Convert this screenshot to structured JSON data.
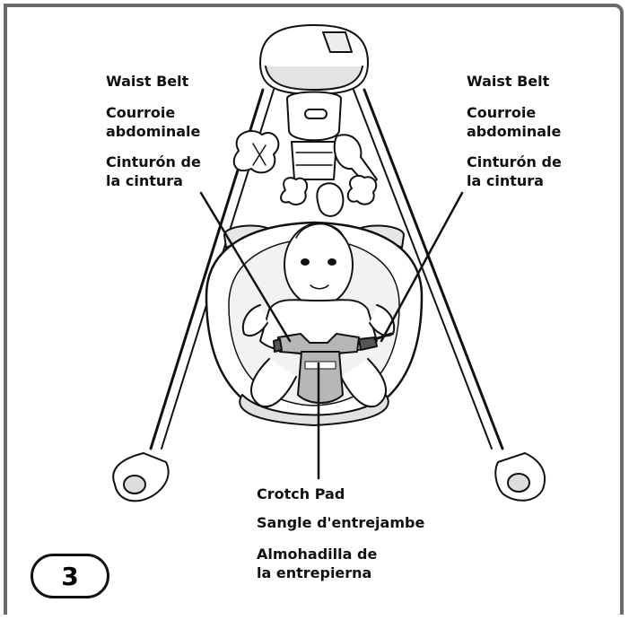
{
  "labels": {
    "left": {
      "english": "Waist Belt",
      "french": "Courroie\nabdominale",
      "spanish": "Cinturón de\nla cintura"
    },
    "right": {
      "english": "Waist Belt",
      "french": "Courroie\nabdominale",
      "spanish": "Cinturón de\nla cintura"
    },
    "bottom": {
      "english": "Crotch Pad",
      "french": "Sangle d'entrejambe",
      "spanish": "Almohadilla de\nla entrepierna"
    }
  },
  "step_number": "3",
  "colors": {
    "frame": "#6a6a6a",
    "pad": "#b7b7b7",
    "ink": "#111111",
    "shade": "#cfcfcf"
  }
}
